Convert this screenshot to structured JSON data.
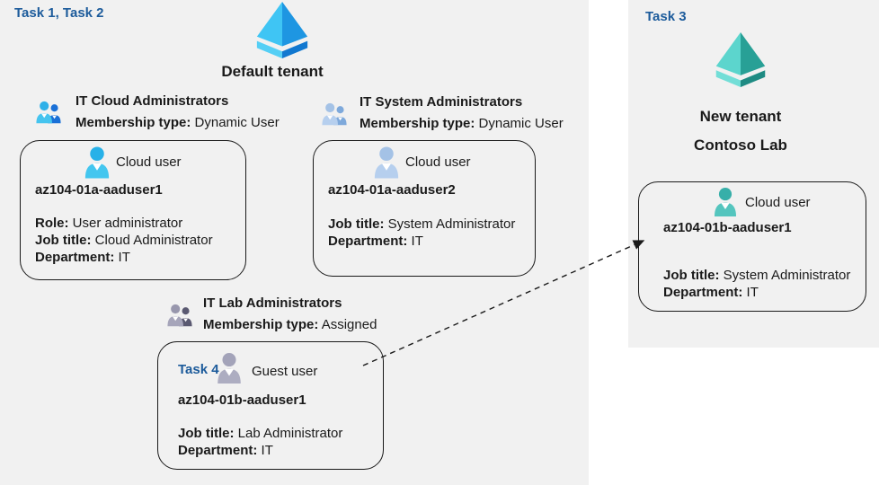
{
  "left_panel": {
    "task_label": "Task 1, Task 2",
    "tenant_name": "Default tenant",
    "groups": [
      {
        "name": "IT Cloud Administrators",
        "membership_label": "Membership type:",
        "membership_value": " Dynamic User"
      },
      {
        "name": "IT System Administrators",
        "membership_label": "Membership type:",
        "membership_value": " Dynamic User"
      },
      {
        "name": "IT Lab Administrators",
        "membership_label": "Membership type:",
        "membership_value": " Assigned"
      }
    ],
    "user_cards": [
      {
        "icon_label": "Cloud user",
        "username": "az104-01a-aaduser1",
        "fields": [
          {
            "label": "Role:",
            "value": " User administrator"
          },
          {
            "label": "Job title:",
            "value": " Cloud Administrator"
          },
          {
            "label": "Department:",
            "value": " IT"
          }
        ]
      },
      {
        "icon_label": "Cloud user",
        "username": "az104-01a-aaduser2",
        "fields": [
          {
            "label": "Job title:",
            "value": " System Administrator"
          },
          {
            "label": "Department:",
            "value": " IT"
          }
        ]
      },
      {
        "task_label": "Task 4",
        "icon_label": "Guest user",
        "username": "az104-01b-aaduser1",
        "fields": [
          {
            "label": "Job title:",
            "value": " Lab Administrator"
          },
          {
            "label": "Department:",
            "value": " IT"
          }
        ]
      }
    ]
  },
  "right_panel": {
    "task_label": "Task 3",
    "tenant_name_line1": "New tenant",
    "tenant_name_line2": "Contoso Lab",
    "user_card": {
      "icon_label": "Cloud user",
      "username": "az104-01b-aaduser1",
      "fields": [
        {
          "label": "Job title:",
          "value": " System Administrator"
        },
        {
          "label": "Department:",
          "value": " IT"
        }
      ]
    }
  },
  "colors": {
    "task_label_blue": "#1c5b9b",
    "panel_gray": "#f1f1f1",
    "text_dark": "#1a1a1a",
    "azure_ad_icon_blue": "#1e96e2",
    "azure_ad_icon_teal": "#28a096",
    "cloud_user_cyan": "#27b1e8",
    "cloud_user_steel_blue": "#a4c2e6",
    "guest_user_gray": "#a3a3b9",
    "cloud_user_teal": "#37afa9"
  }
}
